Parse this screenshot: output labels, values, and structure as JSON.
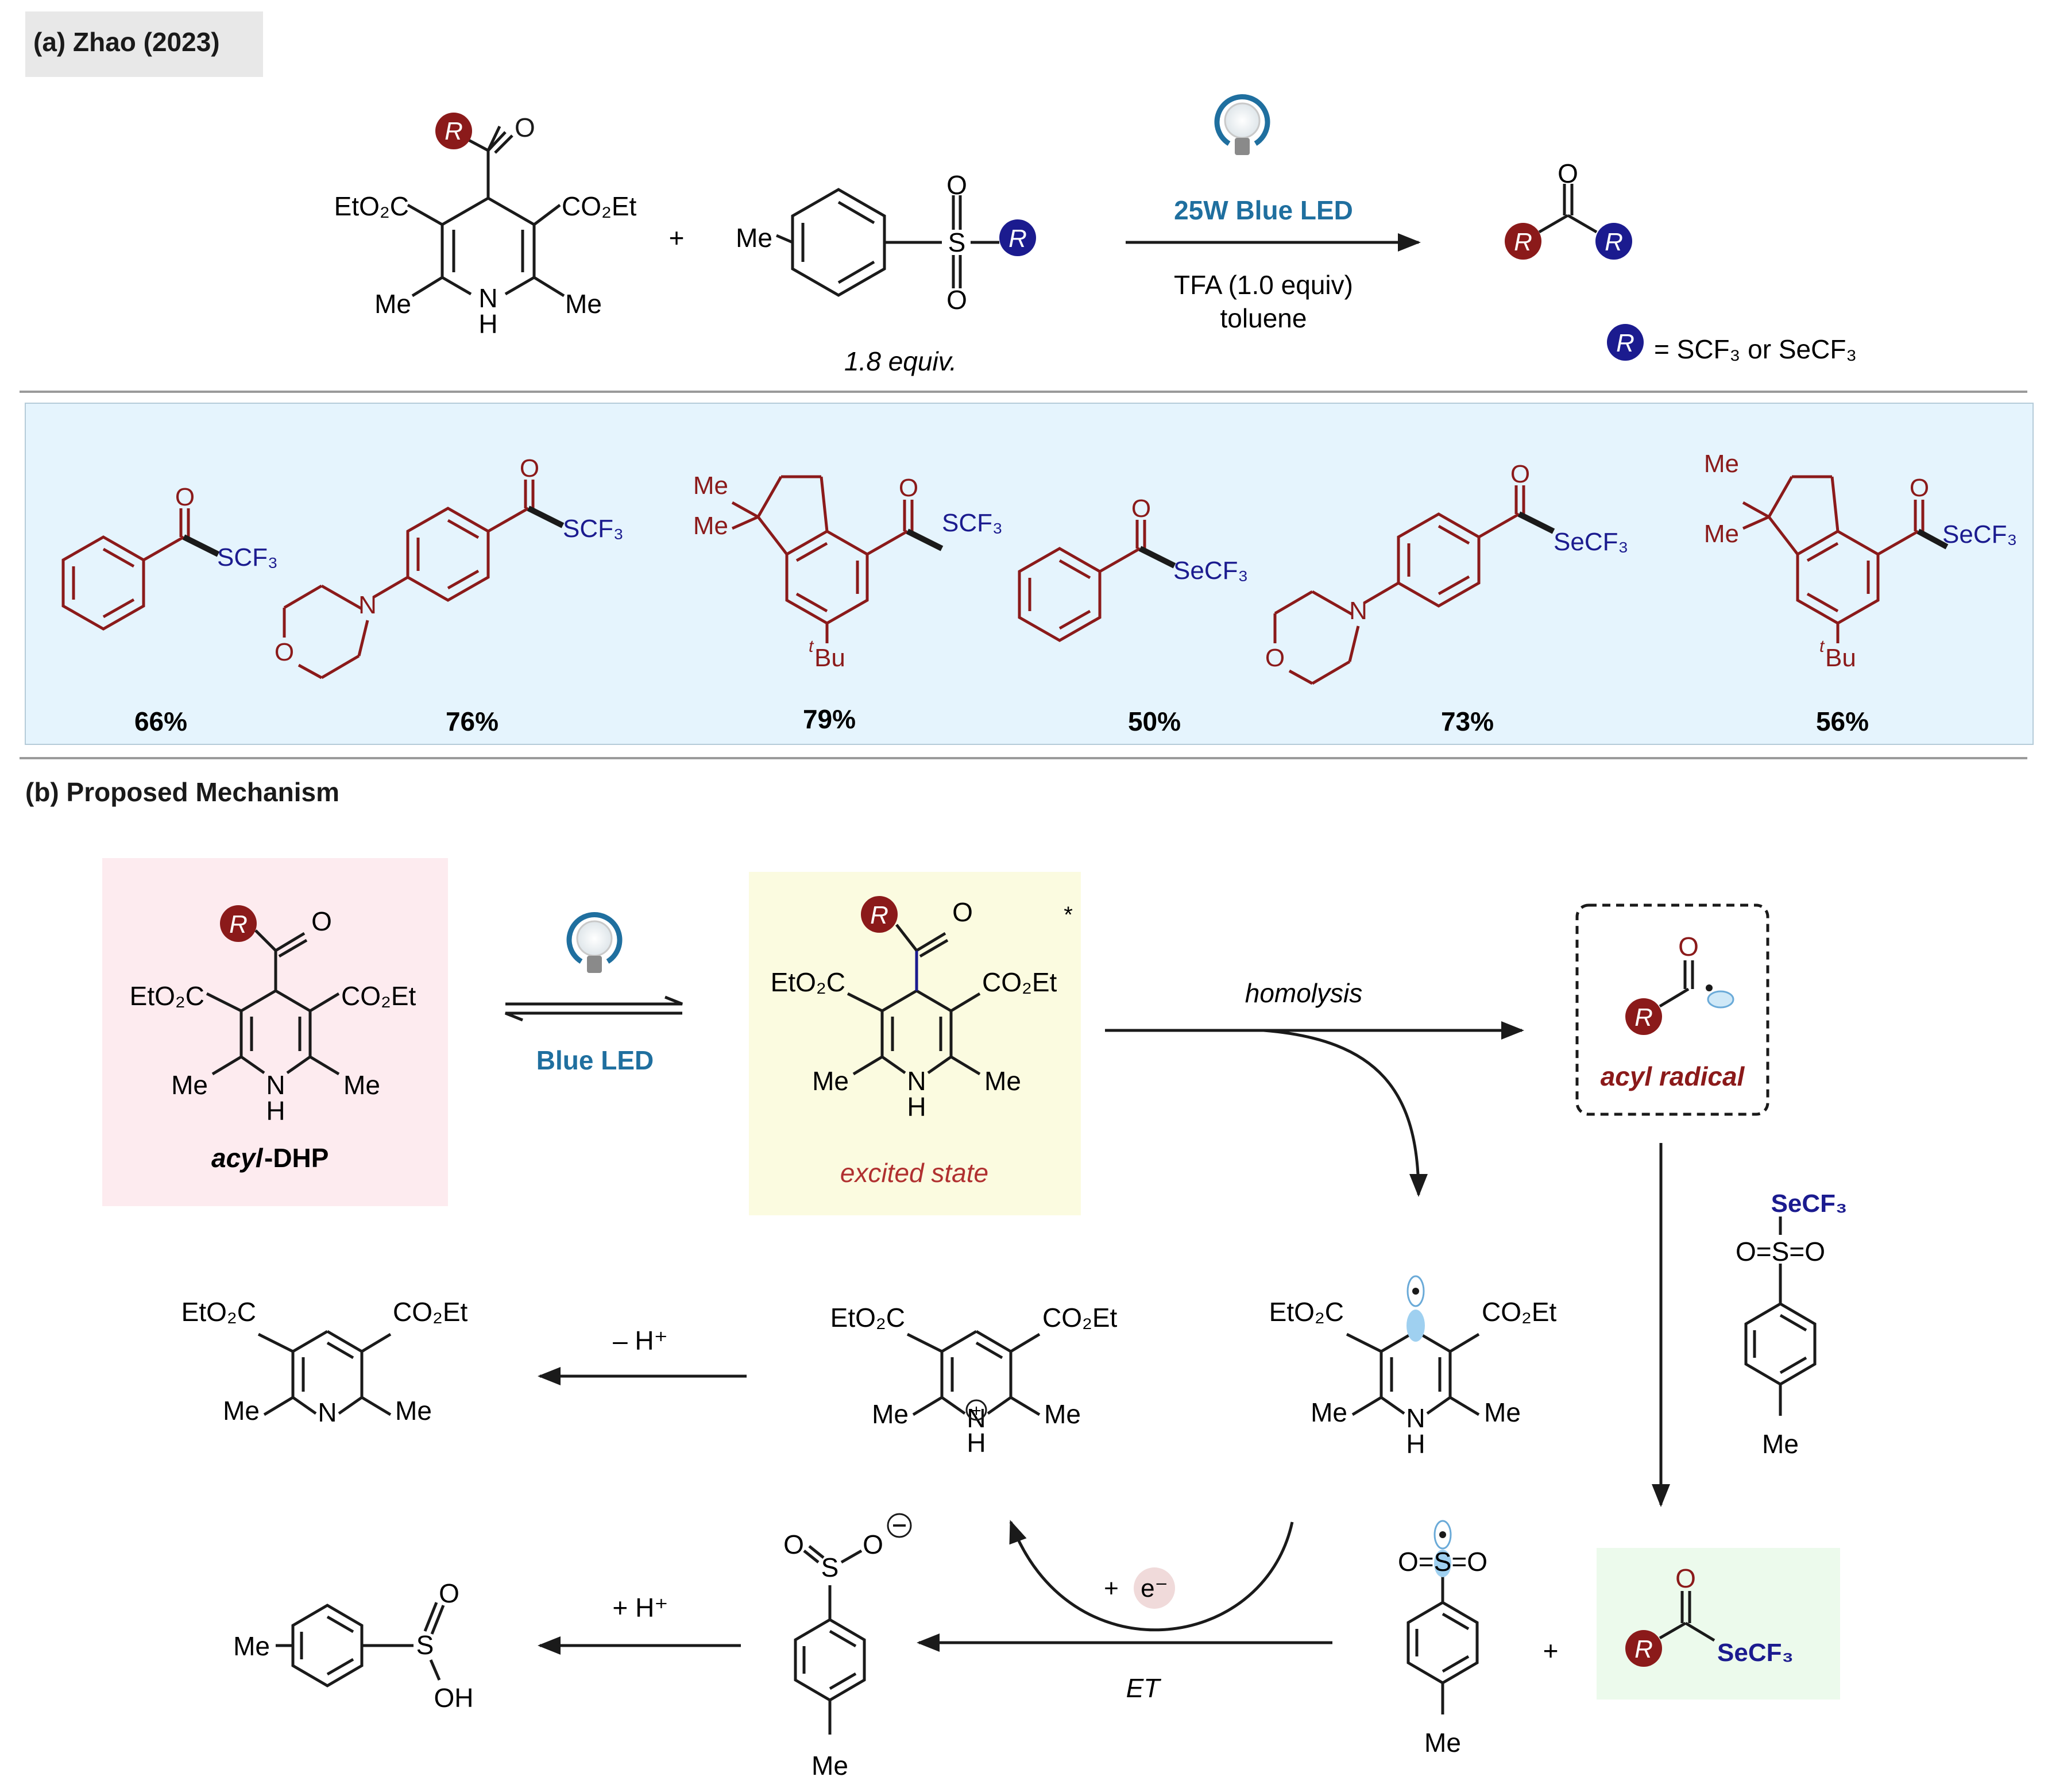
{
  "section_a": {
    "header": "(a) Zhao (2023)",
    "reactant_sub_r": "R",
    "ester_left": "EtO₂C",
    "ester_right": "CO₂Et",
    "me_left": "Me",
    "me_right": "Me",
    "nh": "H",
    "n": "N",
    "plus": "+",
    "sulfone_me": "Me",
    "sulfone_s": "S",
    "sulfone_r": "R",
    "sulfone_equiv": "1.8 equiv.",
    "cond_light": "25W Blue LED",
    "cond_acid": "TFA (1.0 equiv)",
    "cond_solvent": "toluene",
    "product_r1": "R",
    "product_r2": "R",
    "legend_r": "R",
    "legend_text": "= SCF₃ or SeCF₃"
  },
  "scope": {
    "items": [
      {
        "group": "SCF₃",
        "yield": "66%"
      },
      {
        "group": "SCF₃",
        "yield": "76%"
      },
      {
        "group": "SCF₃",
        "yield": "79%"
      },
      {
        "group": "SeCF₃",
        "yield": "50%"
      },
      {
        "group": "SeCF₃",
        "yield": "73%"
      },
      {
        "group": "SeCF₃",
        "yield": "56%"
      }
    ],
    "me": "Me",
    "tbu": "Bu",
    "tbu_sup": "t",
    "o": "O",
    "n": "N"
  },
  "section_b": {
    "header": "(b) Proposed Mechanism",
    "acyl_dhp_label_italic": "acyl",
    "acyl_dhp_label_rest": "-DHP",
    "blue_led": "Blue LED",
    "excited_state": "excited state",
    "star": "*",
    "homolysis": "homolysis",
    "acyl_radical": "acyl radical",
    "secf3": "SeCF₃",
    "me": "Me",
    "minus_h": "– H⁺",
    "plus_h": "+ H⁺",
    "plus_e": "+",
    "e_minus": "e⁻",
    "et": "ET",
    "oh": "OH",
    "plus": "+"
  },
  "colors": {
    "r_red": "#8b1a1a",
    "r_blue": "#1b1b8f",
    "cond_blue": "#1f6f9f",
    "scope_bg": "#e5f4fd",
    "pink_bg": "#fdebef",
    "yellow_bg": "#fbfbe0",
    "green_bg": "#ecfaec",
    "separator": "#9a9a9a"
  }
}
